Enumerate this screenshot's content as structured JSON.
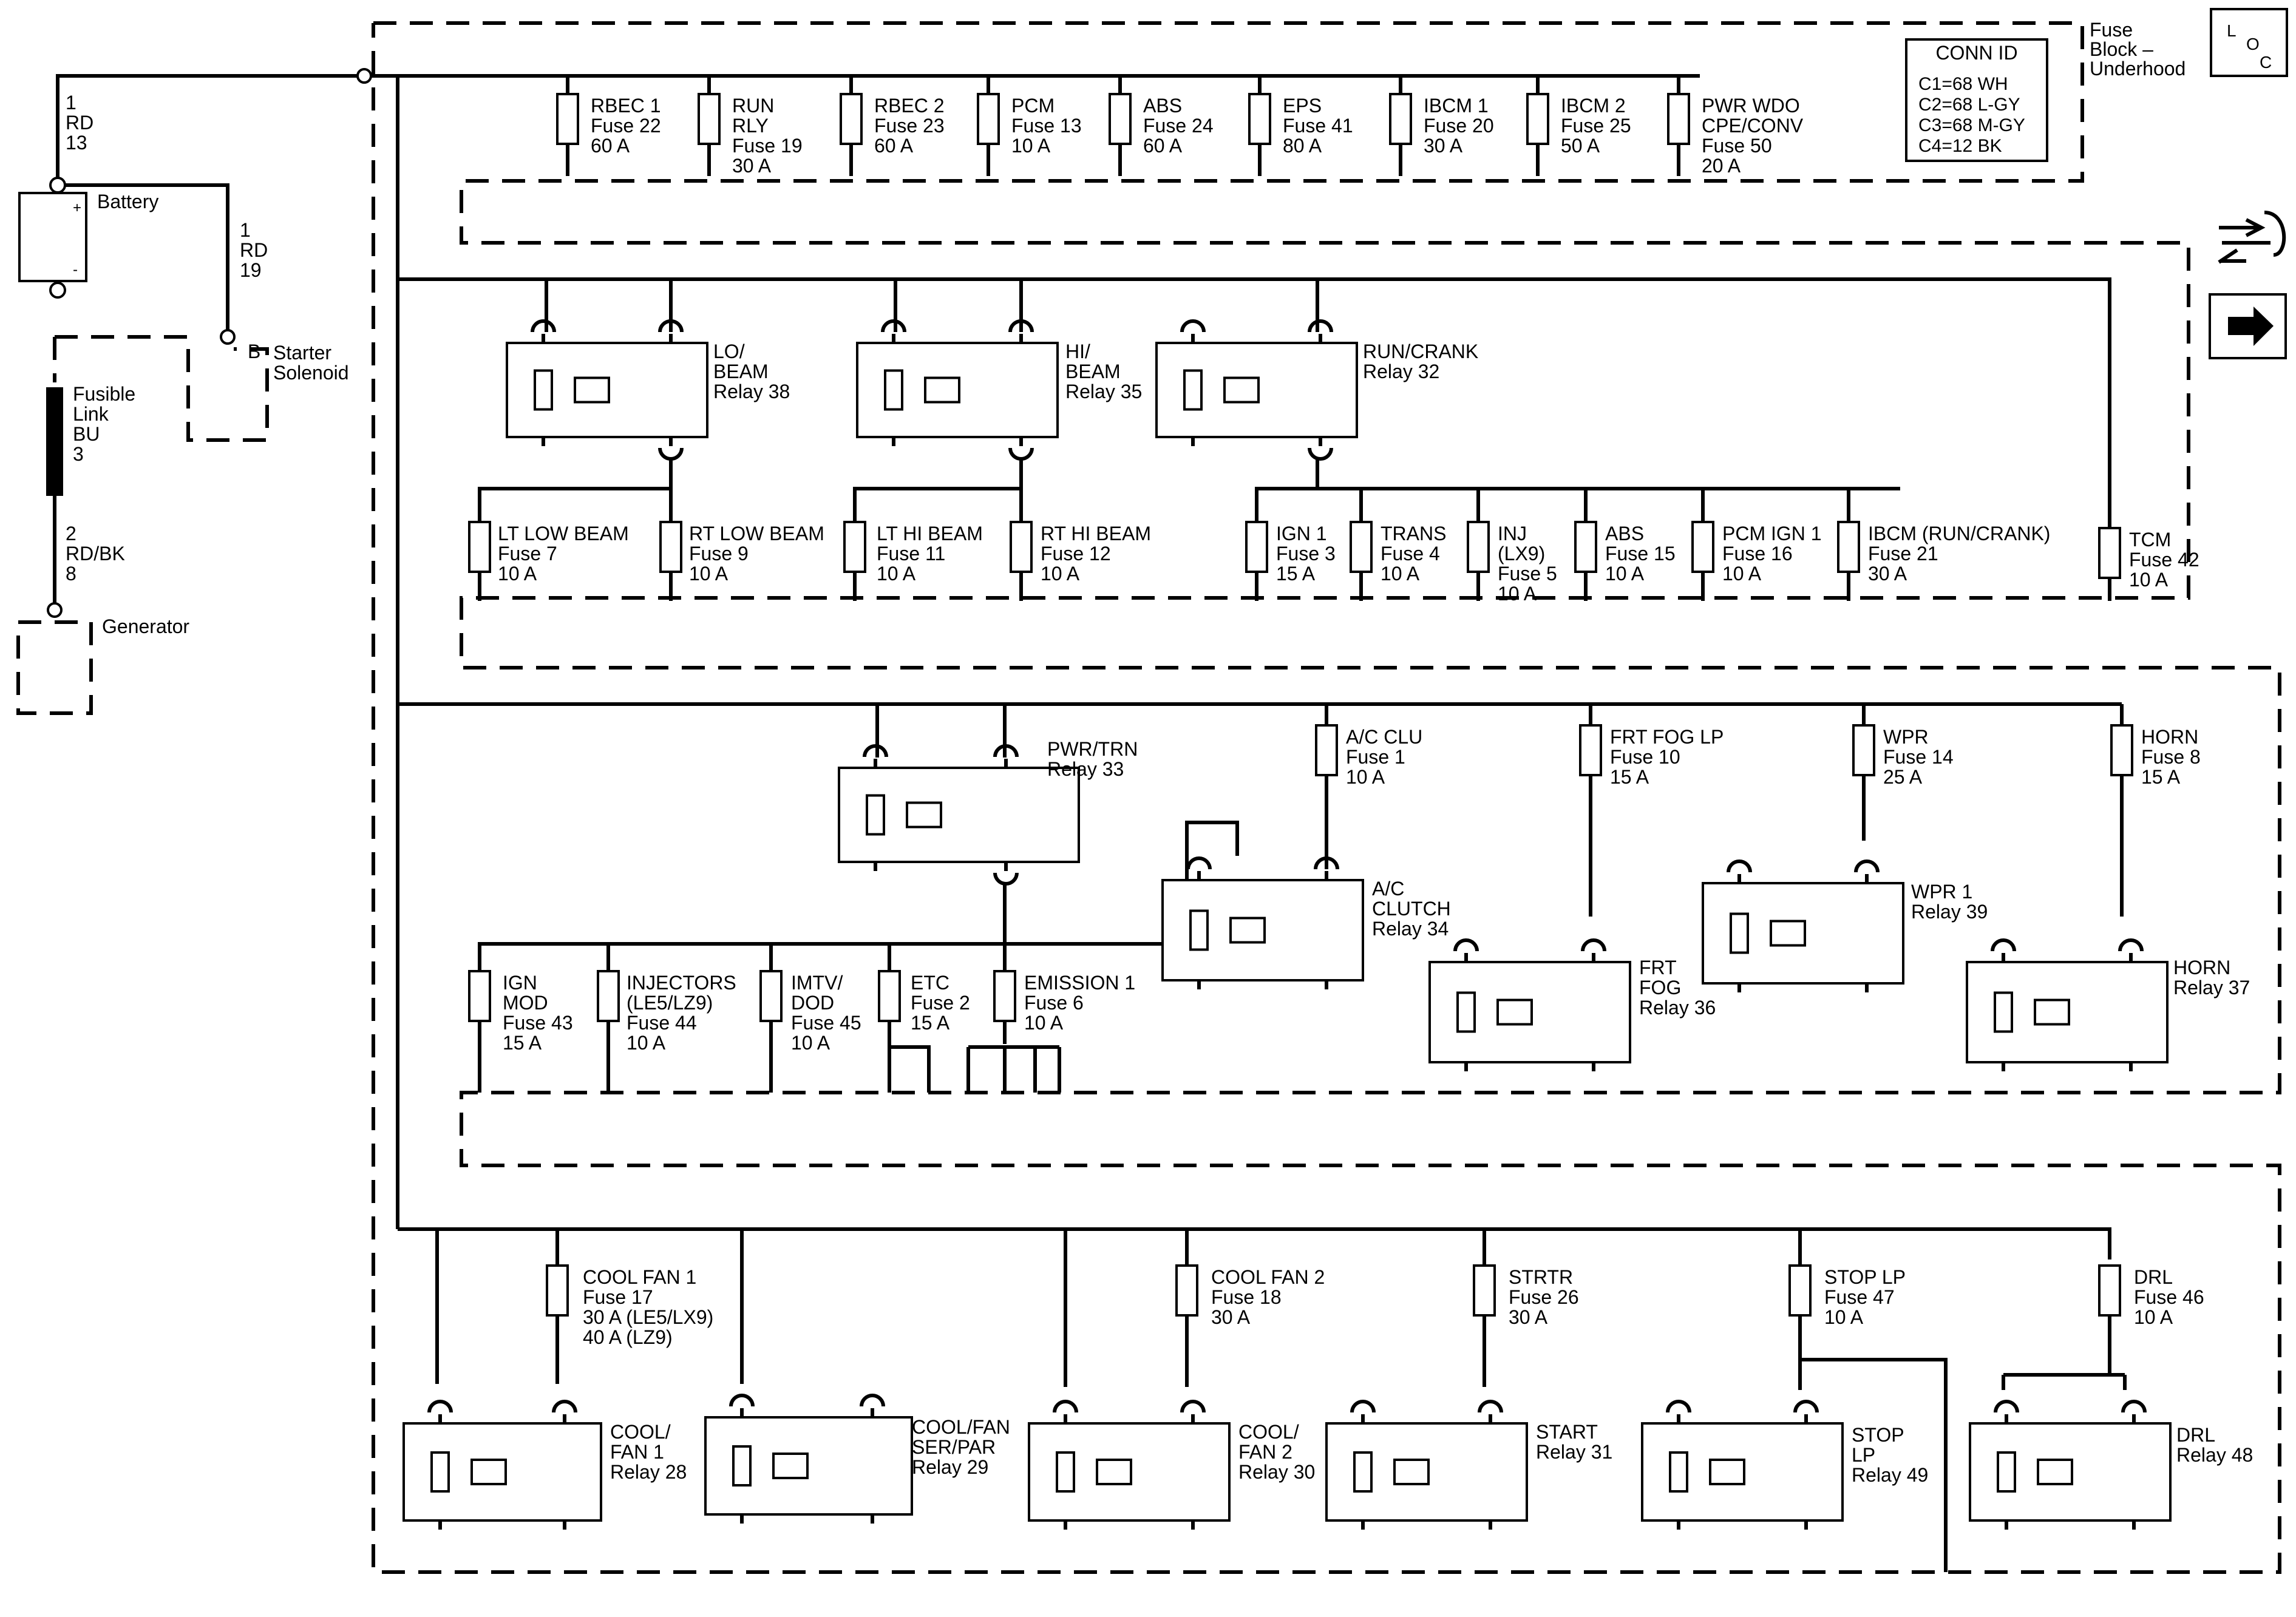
{
  "title_block": {
    "line1": "Fuse",
    "line2": "Block –",
    "line3": "Underhood"
  },
  "loc_icon": {
    "l": "L",
    "o": "O",
    "c": "C"
  },
  "conn_id": {
    "title": "CONN ID",
    "rows": [
      "C1=68 WH",
      "C2=68 L-GY",
      "C3=68 M-GY",
      "C4=12 BK"
    ]
  },
  "side_icons": [
    "arrows-connector-icon",
    "arrow-right-icon"
  ],
  "left_circuit": {
    "wire1": [
      "1",
      "RD",
      "13"
    ],
    "wire2": [
      "1",
      "RD",
      "19"
    ],
    "wire3": [
      "2",
      "RD/BK",
      "8"
    ],
    "battery": "Battery",
    "battery_plus": "+",
    "battery_minus": "-",
    "starter_term": "B",
    "starter": [
      "Starter",
      "Solenoid"
    ],
    "fusible_link": [
      "Fusible",
      "Link",
      "BU",
      "3"
    ],
    "generator": "Generator"
  },
  "fuses": [
    {
      "id": "f22",
      "lines": [
        "RBEC 1",
        "Fuse 22",
        "60 A"
      ]
    },
    {
      "id": "f19",
      "lines": [
        "RUN",
        "RLY",
        "Fuse 19",
        "30 A"
      ]
    },
    {
      "id": "f23",
      "lines": [
        "RBEC 2",
        "Fuse 23",
        "60 A"
      ]
    },
    {
      "id": "f13",
      "lines": [
        "PCM",
        "Fuse 13",
        "10 A"
      ]
    },
    {
      "id": "f24",
      "lines": [
        "ABS",
        "Fuse 24",
        "60 A"
      ]
    },
    {
      "id": "f41",
      "lines": [
        "EPS",
        "Fuse 41",
        "80 A"
      ]
    },
    {
      "id": "f20",
      "lines": [
        "IBCM 1",
        "Fuse 20",
        "30 A"
      ]
    },
    {
      "id": "f25",
      "lines": [
        "IBCM 2",
        "Fuse 25",
        "50 A"
      ]
    },
    {
      "id": "f50",
      "lines": [
        "PWR WDO",
        "CPE/CONV",
        "Fuse 50",
        "20 A"
      ]
    },
    {
      "id": "f7",
      "lines": [
        "LT LOW BEAM",
        "Fuse 7",
        "10 A"
      ]
    },
    {
      "id": "f9",
      "lines": [
        "RT LOW BEAM",
        "Fuse 9",
        "10 A"
      ]
    },
    {
      "id": "f11",
      "lines": [
        "LT HI BEAM",
        "Fuse 11",
        "10 A"
      ]
    },
    {
      "id": "f12",
      "lines": [
        "RT HI BEAM",
        "Fuse 12",
        "10 A"
      ]
    },
    {
      "id": "f3",
      "lines": [
        "IGN 1",
        "Fuse 3",
        "15 A"
      ]
    },
    {
      "id": "f4",
      "lines": [
        "TRANS",
        "Fuse 4",
        "10 A"
      ]
    },
    {
      "id": "f5",
      "lines": [
        "INJ",
        "(LX9)",
        "Fuse 5",
        "10 A"
      ]
    },
    {
      "id": "f15",
      "lines": [
        "ABS",
        "Fuse 15",
        "10 A"
      ]
    },
    {
      "id": "f16",
      "lines": [
        "PCM IGN 1",
        "Fuse 16",
        "10 A"
      ]
    },
    {
      "id": "f21",
      "lines": [
        "IBCM (RUN/CRANK)",
        "Fuse 21",
        "30 A"
      ]
    },
    {
      "id": "f42",
      "lines": [
        "TCM",
        "Fuse 42",
        "10 A"
      ]
    },
    {
      "id": "f1",
      "lines": [
        "A/C CLU",
        "Fuse 1",
        "10 A"
      ]
    },
    {
      "id": "f10",
      "lines": [
        "FRT FOG LP",
        "Fuse 10",
        "15 A"
      ]
    },
    {
      "id": "f14",
      "lines": [
        "WPR",
        "Fuse 14",
        "25 A"
      ]
    },
    {
      "id": "f8",
      "lines": [
        "HORN",
        "Fuse 8",
        "15 A"
      ]
    },
    {
      "id": "f43",
      "lines": [
        "IGN",
        "MOD",
        "Fuse 43",
        "15 A"
      ]
    },
    {
      "id": "f44",
      "lines": [
        "INJECTORS",
        "(LE5/LZ9)",
        "Fuse 44",
        "10 A"
      ]
    },
    {
      "id": "f45",
      "lines": [
        "IMTV/",
        "DOD",
        "Fuse 45",
        "10 A"
      ]
    },
    {
      "id": "f2",
      "lines": [
        "ETC",
        "Fuse 2",
        "15 A"
      ]
    },
    {
      "id": "f6",
      "lines": [
        "EMISSION 1",
        "Fuse 6",
        "10 A"
      ]
    },
    {
      "id": "f17",
      "lines": [
        "COOL FAN 1",
        "Fuse 17",
        "30 A (LE5/LX9)",
        "40 A (LZ9)"
      ]
    },
    {
      "id": "f18",
      "lines": [
        "COOL FAN 2",
        "Fuse 18",
        "30 A"
      ]
    },
    {
      "id": "f26",
      "lines": [
        "STRTR",
        "Fuse 26",
        "30 A"
      ]
    },
    {
      "id": "f47",
      "lines": [
        "STOP LP",
        "Fuse 47",
        "10 A"
      ]
    },
    {
      "id": "f46",
      "lines": [
        "DRL",
        "Fuse 46",
        "10 A"
      ]
    }
  ],
  "relays": [
    {
      "id": "r38",
      "lines": [
        "LO/",
        "BEAM",
        "Relay 38"
      ]
    },
    {
      "id": "r35",
      "lines": [
        "HI/",
        "BEAM",
        "Relay 35"
      ]
    },
    {
      "id": "r32",
      "lines": [
        "RUN/CRANK",
        "Relay 32"
      ]
    },
    {
      "id": "r33",
      "lines": [
        "PWR/TRN",
        "Relay 33"
      ]
    },
    {
      "id": "r34",
      "lines": [
        "A/C",
        "CLUTCH",
        "Relay 34"
      ]
    },
    {
      "id": "r36",
      "lines": [
        "FRT",
        "FOG",
        "Relay 36"
      ]
    },
    {
      "id": "r39",
      "lines": [
        "WPR 1",
        "Relay 39"
      ]
    },
    {
      "id": "r37",
      "lines": [
        "HORN",
        "Relay 37"
      ]
    },
    {
      "id": "r28",
      "lines": [
        "COOL/",
        "FAN 1",
        "Relay 28"
      ]
    },
    {
      "id": "r29",
      "lines": [
        "COOL/FAN",
        "SER/PAR",
        "Relay 29"
      ]
    },
    {
      "id": "r30",
      "lines": [
        "COOL/",
        "FAN 2",
        "Relay 30"
      ]
    },
    {
      "id": "r31",
      "lines": [
        "START",
        "Relay 31"
      ]
    },
    {
      "id": "r49",
      "lines": [
        "STOP",
        "LP",
        "Relay 49"
      ]
    },
    {
      "id": "r48",
      "lines": [
        "DRL",
        "Relay 48"
      ]
    }
  ]
}
